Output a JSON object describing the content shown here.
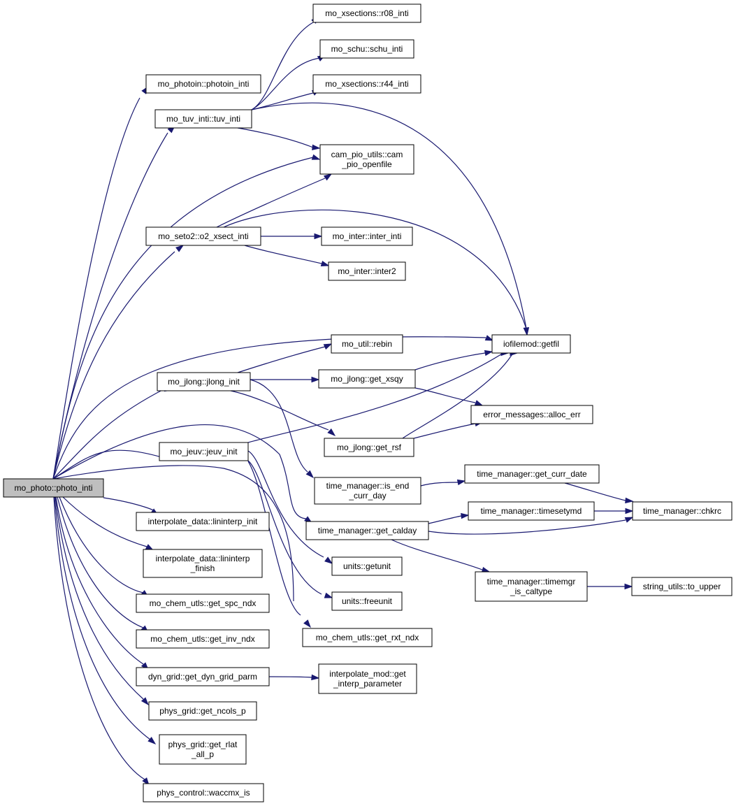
{
  "graph": {
    "nodes": [
      {
        "id": "root",
        "lines": [
          "mo_photo::photo_inti"
        ],
        "root": true
      },
      {
        "id": "photoin",
        "lines": [
          "mo_photoin::photoin_inti"
        ]
      },
      {
        "id": "tuv",
        "lines": [
          "mo_tuv_inti::tuv_inti"
        ]
      },
      {
        "id": "r08",
        "lines": [
          "mo_xsections::r08_inti"
        ]
      },
      {
        "id": "schu",
        "lines": [
          "mo_schu::schu_inti"
        ]
      },
      {
        "id": "r44",
        "lines": [
          "mo_xsections::r44_inti"
        ]
      },
      {
        "id": "campio",
        "lines": [
          "cam_pio_utils::cam",
          "_pio_openfile"
        ]
      },
      {
        "id": "seto2",
        "lines": [
          "mo_seto2::o2_xsect_inti"
        ]
      },
      {
        "id": "interinti",
        "lines": [
          "mo_inter::inter_inti"
        ]
      },
      {
        "id": "inter2",
        "lines": [
          "mo_inter::inter2"
        ]
      },
      {
        "id": "getfil",
        "lines": [
          "iofilemod::getfil"
        ]
      },
      {
        "id": "rebin",
        "lines": [
          "mo_util::rebin"
        ]
      },
      {
        "id": "jlong",
        "lines": [
          "mo_jlong::jlong_init"
        ]
      },
      {
        "id": "xsqy",
        "lines": [
          "mo_jlong::get_xsqy"
        ]
      },
      {
        "id": "allocerr",
        "lines": [
          "error_messages::alloc_err"
        ]
      },
      {
        "id": "rsf",
        "lines": [
          "mo_jlong::get_rsf"
        ]
      },
      {
        "id": "jeuv",
        "lines": [
          "mo_jeuv::jeuv_init"
        ]
      },
      {
        "id": "isend",
        "lines": [
          "time_manager::is_end",
          "_curr_day"
        ]
      },
      {
        "id": "currdate",
        "lines": [
          "time_manager::get_curr_date"
        ]
      },
      {
        "id": "timesetymd",
        "lines": [
          "time_manager::timesetymd"
        ]
      },
      {
        "id": "chkrc",
        "lines": [
          "time_manager::chkrc"
        ]
      },
      {
        "id": "calday",
        "lines": [
          "time_manager::get_calday"
        ]
      },
      {
        "id": "lininit",
        "lines": [
          "interpolate_data::lininterp_init"
        ]
      },
      {
        "id": "linfinish",
        "lines": [
          "interpolate_data::lininterp",
          "_finish"
        ]
      },
      {
        "id": "getunit",
        "lines": [
          "units::getunit"
        ]
      },
      {
        "id": "freeunit",
        "lines": [
          "units::freeunit"
        ]
      },
      {
        "id": "caltype",
        "lines": [
          "time_manager::timemgr",
          "_is_caltype"
        ]
      },
      {
        "id": "toupper",
        "lines": [
          "string_utils::to_upper"
        ]
      },
      {
        "id": "spcndx",
        "lines": [
          "mo_chem_utls::get_spc_ndx"
        ]
      },
      {
        "id": "invndx",
        "lines": [
          "mo_chem_utls::get_inv_ndx"
        ]
      },
      {
        "id": "rxtndx",
        "lines": [
          "mo_chem_utls::get_rxt_ndx"
        ]
      },
      {
        "id": "dyngrid",
        "lines": [
          "dyn_grid::get_dyn_grid_parm"
        ]
      },
      {
        "id": "interpparam",
        "lines": [
          "interpolate_mod::get",
          "_interp_parameter"
        ]
      },
      {
        "id": "ncols",
        "lines": [
          "phys_grid::get_ncols_p"
        ]
      },
      {
        "id": "rlat",
        "lines": [
          "phys_grid::get_rlat",
          "_all_p"
        ]
      },
      {
        "id": "waccmx",
        "lines": [
          "phys_control::waccmx_is"
        ]
      }
    ]
  }
}
